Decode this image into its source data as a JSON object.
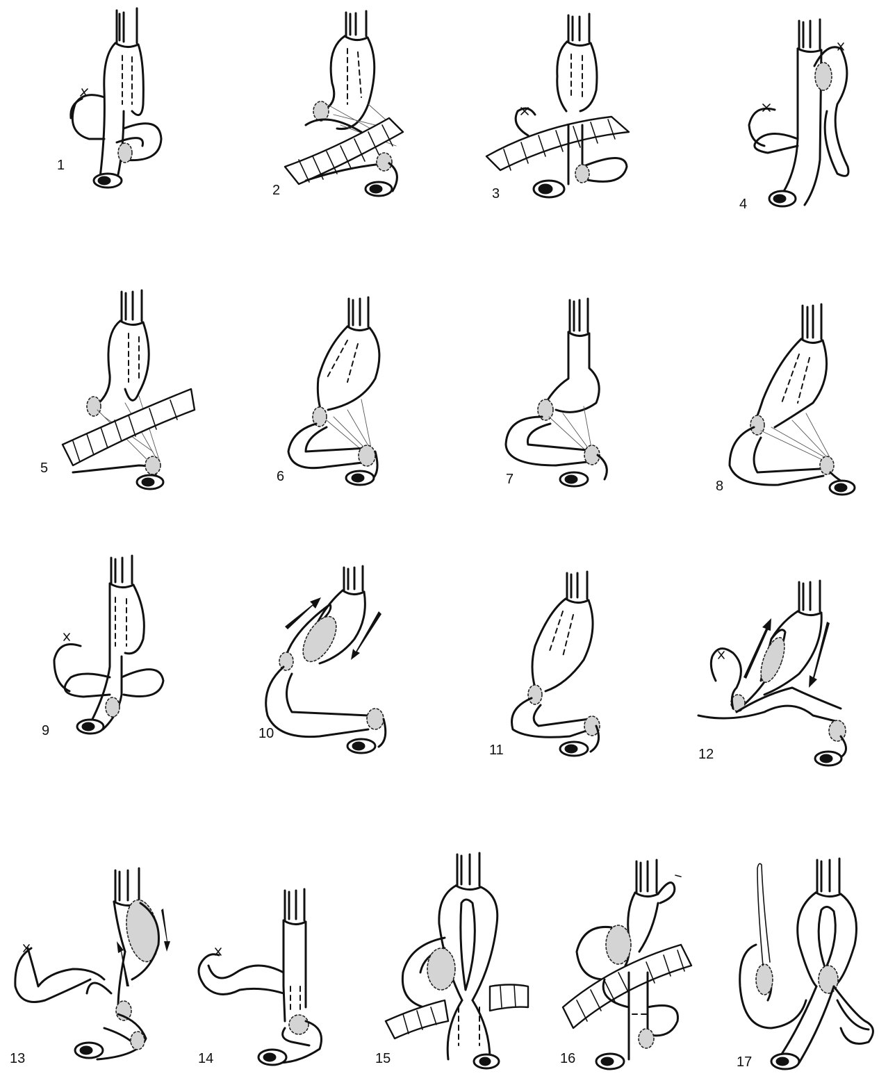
{
  "figures": [
    {
      "number": "1"
    },
    {
      "number": "2"
    },
    {
      "number": "3"
    },
    {
      "number": "4"
    },
    {
      "number": "5"
    },
    {
      "number": "6"
    },
    {
      "number": "7"
    },
    {
      "number": "8"
    },
    {
      "number": "9"
    },
    {
      "number": "10"
    },
    {
      "number": "11"
    },
    {
      "number": "12"
    },
    {
      "number": "13"
    },
    {
      "number": "14"
    },
    {
      "number": "15"
    },
    {
      "number": "16"
    },
    {
      "number": "17"
    }
  ]
}
